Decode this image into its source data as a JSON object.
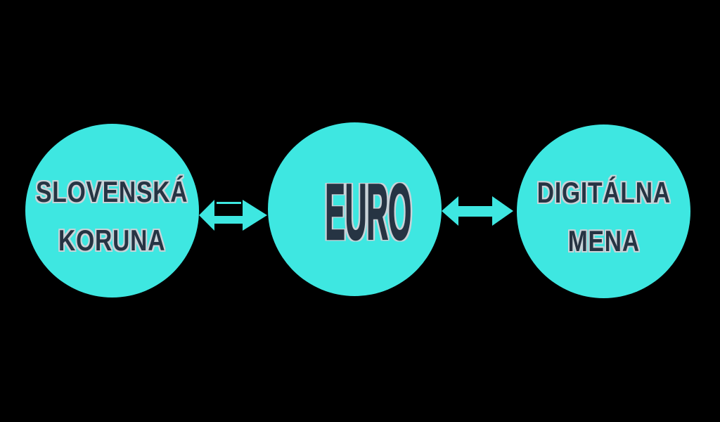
{
  "background_color": "#000000",
  "colors": {
    "node_fill": "#3EE7E1",
    "label_text": "#263443",
    "label_outline": "#C9D3D8",
    "arrow_fill": "#3EE7E1"
  },
  "diagram": {
    "nodes": [
      {
        "id": "slovenska-koruna",
        "shape": "circle",
        "lines": [
          "SLOVENSKÁ",
          "KORUNA"
        ]
      },
      {
        "id": "euro",
        "shape": "circle",
        "lines": [
          "EURO"
        ]
      },
      {
        "id": "digitalna-mena",
        "shape": "circle",
        "lines": [
          "DIGITÁLNA",
          "MENA"
        ]
      }
    ],
    "connectors": [
      {
        "from": "slovenska-koruna",
        "to": "euro",
        "type": "double-headed-arrow",
        "variant": "with-thin-top-line"
      },
      {
        "from": "euro",
        "to": "digitalna-mena",
        "type": "double-headed-arrow",
        "variant": "plain"
      }
    ]
  }
}
